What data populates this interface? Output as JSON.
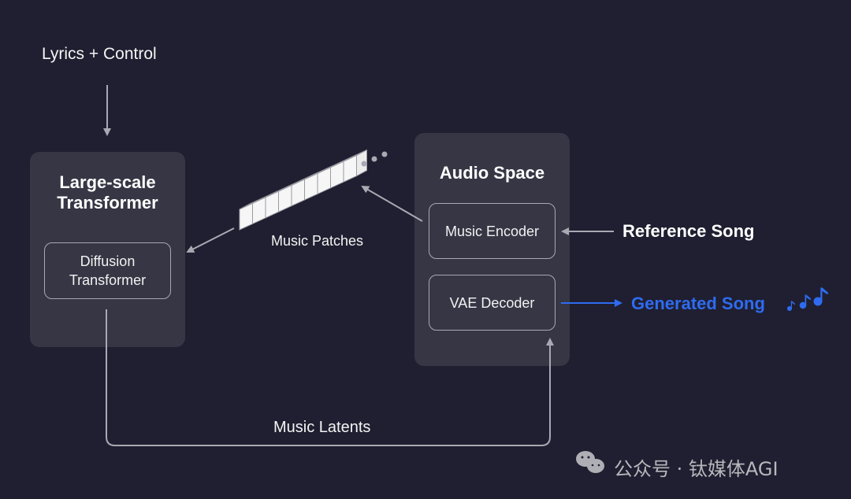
{
  "input_label": "Lyrics + Control",
  "transformer_panel": {
    "title_line1": "Large-scale",
    "title_line2": "Transformer",
    "inner_line1": "Diffusion",
    "inner_line2": "Transformer"
  },
  "patches": {
    "label": "Music Patches",
    "count": 9
  },
  "audio_panel": {
    "title": "Audio Space",
    "encoder": "Music Encoder",
    "decoder": "VAE Decoder"
  },
  "reference_label": "Reference Song",
  "generated_label": "Generated Song",
  "generated_icon": "music-notes-icon",
  "latents_label": "Music Latents",
  "watermark": {
    "icon": "wechat-icon",
    "text": "公众号 · 钛媒体AGI"
  },
  "colors": {
    "background": "#1f1f31",
    "panel": "#363645",
    "arrow": "#a9a9b3",
    "accent_blue": "#2f6bf0"
  }
}
